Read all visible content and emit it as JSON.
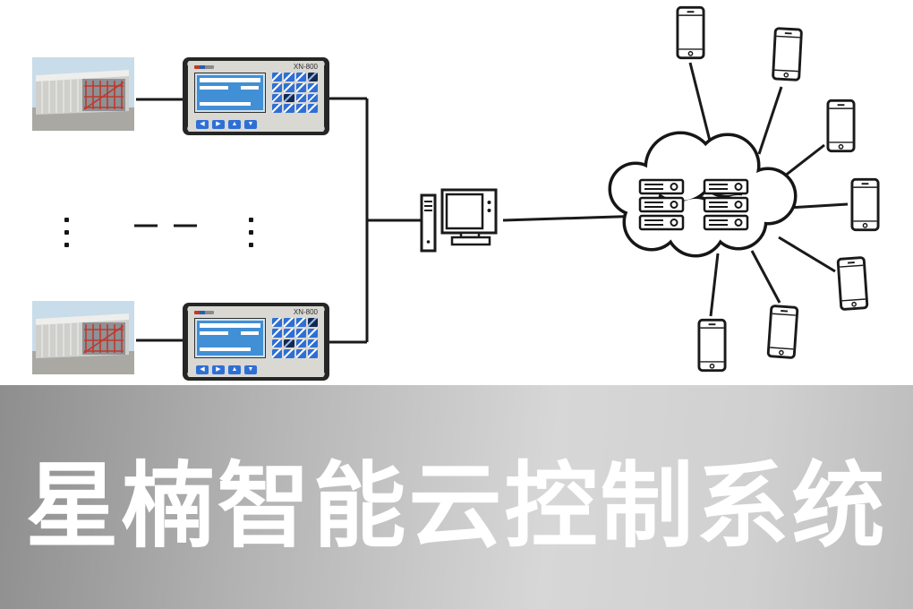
{
  "banner": {
    "title": "星楠智能云控制系统",
    "text_color": "#ffffff",
    "bg_left": "#8e8e8e",
    "bg_right": "#d7d7d7"
  },
  "controller": {
    "model": "XN-800",
    "nav_buttons": [
      "◀",
      "▶",
      "▲",
      "▼"
    ],
    "screen_color": "#418fd4",
    "key_color": "#2e6fd6",
    "frame_color": "#262626"
  },
  "diagram": {
    "line_color": "#1a1a1a",
    "scaffold_color": "#bd3a2c",
    "greenhouse_count": 2,
    "controller_count": 2,
    "phone_count": 7
  }
}
